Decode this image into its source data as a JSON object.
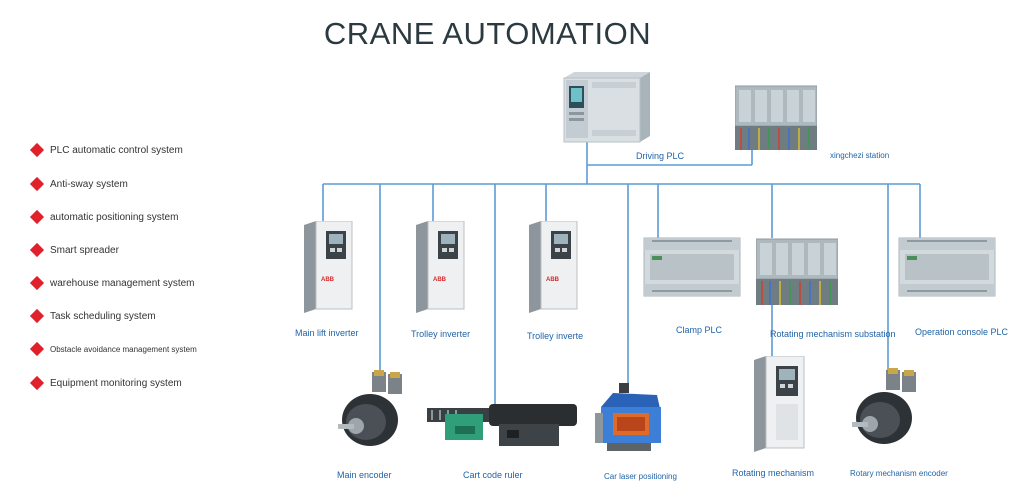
{
  "title": "CRANE AUTOMATION",
  "accent_color": "#e0202a",
  "line_color": "#5b9bd5",
  "label_color": "#1f63a8",
  "features": [
    "PLC automatic control system",
    "Anti-sway system",
    "automatic positioning system",
    "Smart spreader",
    "warehouse management system",
    "Task scheduling system",
    "Obstacle avoidance management system",
    "Equipment monitoring system"
  ],
  "top": {
    "driving_plc": "Driving PLC",
    "xingchezi_station": "xingchezi station"
  },
  "middle": {
    "main_lift_inverter": "Main lift inverter",
    "trolley_inverter": "Trolley inverter",
    "trolley_inverte": "Trolley inverte",
    "clamp_plc": "Clamp PLC",
    "rotating_substation": "Rotating mechanism substation",
    "operation_console_plc": "Operation console PLC"
  },
  "bottom": {
    "main_encoder": "Main encoder",
    "cart_code_ruler": "Cart code ruler",
    "car_laser": "Car laser positioning",
    "rotating_mechanism": "Rotating mechanism",
    "rotary_encoder": "Rotary mechanism encoder"
  }
}
